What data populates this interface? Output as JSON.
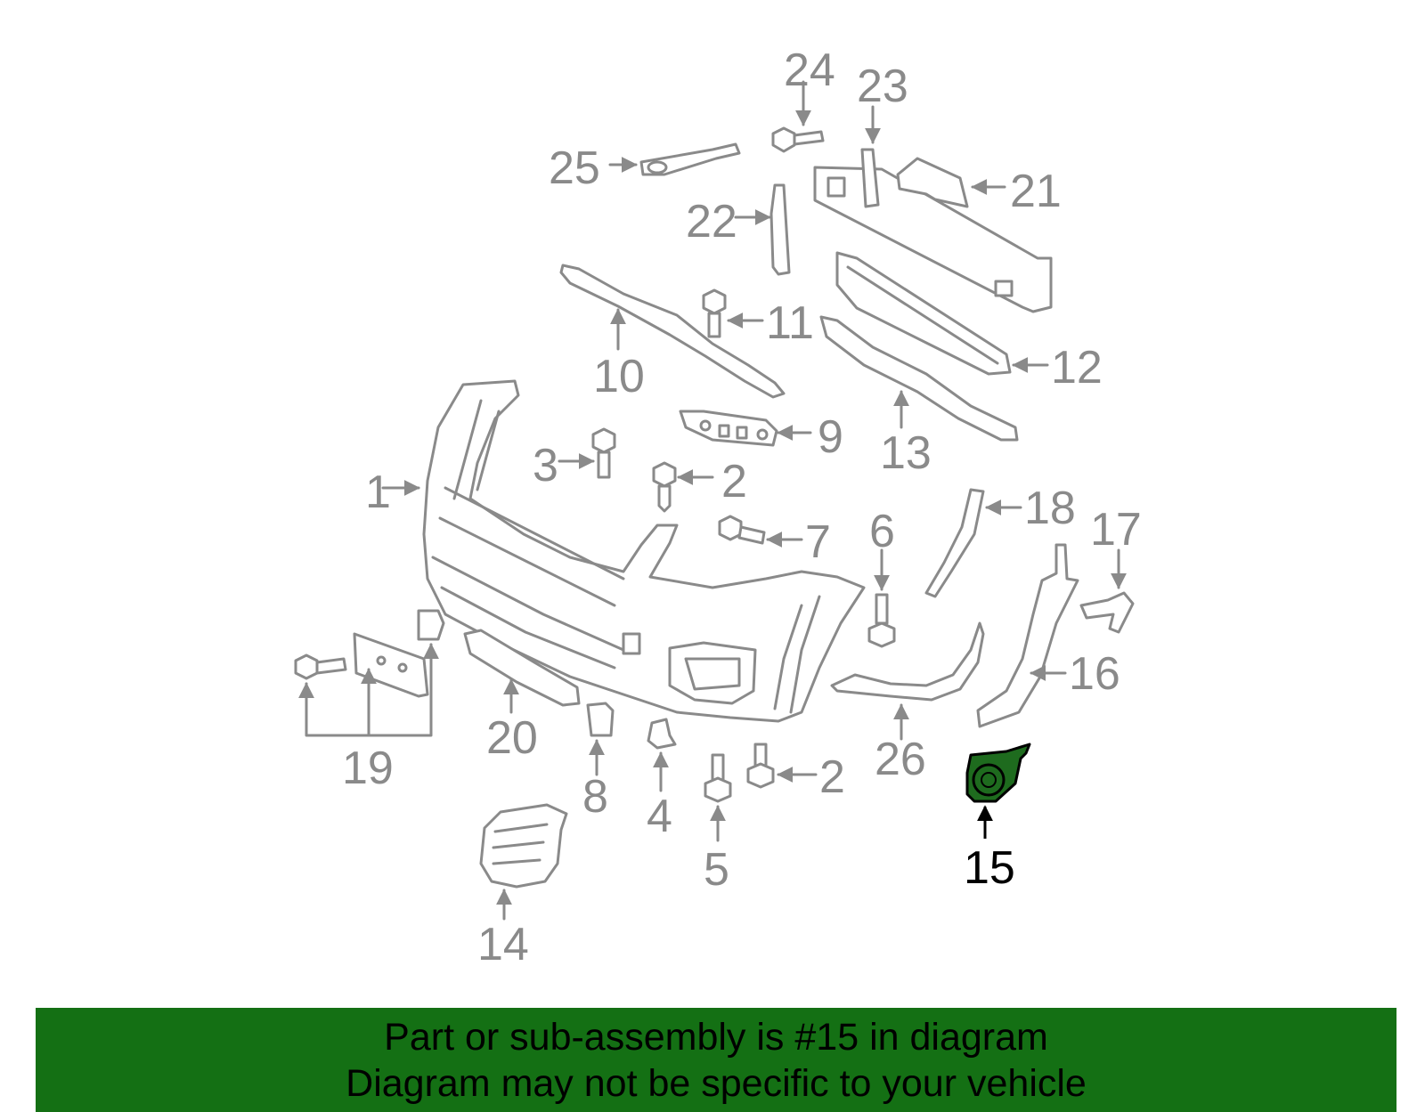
{
  "callouts": {
    "c1": "1",
    "c2a": "2",
    "c2b": "2",
    "c3": "3",
    "c4": "4",
    "c5": "5",
    "c6": "6",
    "c7": "7",
    "c8": "8",
    "c9": "9",
    "c10": "10",
    "c11": "11",
    "c12": "12",
    "c13": "13",
    "c14": "14",
    "c15": "15",
    "c16": "16",
    "c17": "17",
    "c18": "18",
    "c19": "19",
    "c20": "20",
    "c21": "21",
    "c22": "22",
    "c23": "23",
    "c24": "24",
    "c25": "25",
    "c26": "26"
  },
  "highlight": {
    "part_number": "15",
    "fill_color": "#1e6b1e"
  },
  "banner": {
    "line1": "Part or sub-assembly is #15 in diagram",
    "line2": "Diagram may not be specific to your vehicle",
    "background_color": "#147014"
  }
}
